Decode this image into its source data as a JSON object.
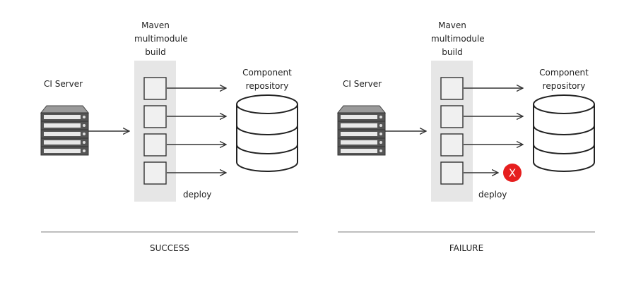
{
  "panels": [
    {
      "build_label": "Maven multimodule build",
      "ci_label": "CI Server",
      "repo_label": "Component repository",
      "deploy_label": "deploy",
      "result_label": "SUCCESS"
    },
    {
      "build_label": "Maven multimodule build",
      "ci_label": "CI Server",
      "repo_label": "Component repository",
      "deploy_label": "deploy",
      "result_label": "FAILURE",
      "error_mark": "X"
    }
  ],
  "colors": {
    "build_bg": "#e6e6e6",
    "line": "#333333",
    "error": "#e61e1e",
    "divider": "#999999"
  }
}
